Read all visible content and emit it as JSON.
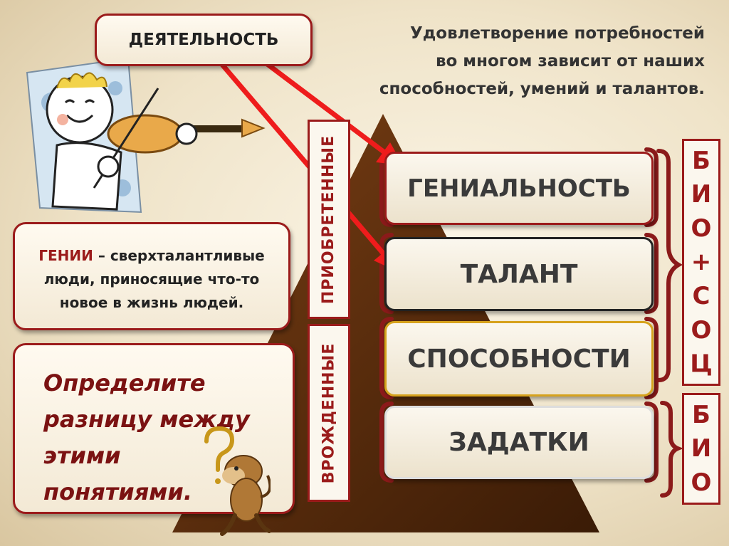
{
  "activity_label": "ДЕЯТЕЛЬНОСТЬ",
  "intro_lines": [
    "Удовлетворение потребностей",
    "во многом зависит от наших",
    "способностей, умений и талантов."
  ],
  "genii": {
    "term": "ГЕНИИ",
    "definition": " – сверхталантливые люди, приносящие что-то новое в жизнь людей."
  },
  "task_lines": [
    "Определите",
    "разницу между",
    "этими",
    "понятиями."
  ],
  "vertical_labels": {
    "acquired": "ПРИОБРЕТЕННЫЕ",
    "innate": "ВРОЖДЕННЫЕ"
  },
  "pyramid_levels": [
    "ГЕНИАЛЬНОСТЬ",
    "ТАЛАНТ",
    "СПОСОБНОСТИ",
    "ЗАДАТКИ"
  ],
  "side_letters_top": [
    "Б",
    "И",
    "О",
    "+",
    "С",
    "О",
    "Ц"
  ],
  "side_letters_bottom": [
    "Б",
    "И",
    "О"
  ],
  "colors": {
    "accent_red": "#9b1b1b",
    "arrow_red": "#ee1c1c",
    "pyramid_brown": "#5a2d0c",
    "bracket_red": "#8b1a1a"
  },
  "icons": [
    "violinist-illustration",
    "question-mark-icon",
    "monkey-thinker-illustration"
  ]
}
